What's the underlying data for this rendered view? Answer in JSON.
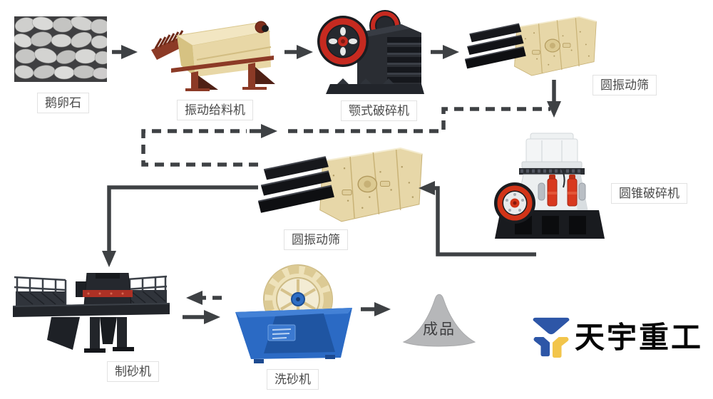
{
  "nodes": [
    {
      "id": "pebbles",
      "label": "鹅卵石"
    },
    {
      "id": "vibrating-feeder",
      "label": "振动给料机"
    },
    {
      "id": "jaw-crusher",
      "label": "颚式破碎机"
    },
    {
      "id": "circular-vibrating-screen-1",
      "label": "圆振动筛"
    },
    {
      "id": "cone-crusher",
      "label": "圆锥破碎机"
    },
    {
      "id": "circular-vibrating-screen-2",
      "label": "圆振动筛"
    },
    {
      "id": "sand-maker",
      "label": "制砂机"
    },
    {
      "id": "sand-washer",
      "label": "洗砂机"
    },
    {
      "id": "finished-product",
      "label": "成品"
    }
  ],
  "connections": [
    {
      "from": "pebbles",
      "to": "vibrating-feeder",
      "style": "solid"
    },
    {
      "from": "vibrating-feeder",
      "to": "jaw-crusher",
      "style": "solid"
    },
    {
      "from": "jaw-crusher",
      "to": "circular-vibrating-screen-1",
      "style": "solid"
    },
    {
      "from": "circular-vibrating-screen-1",
      "to": "cone-crusher",
      "style": "solid"
    },
    {
      "from": "cone-crusher",
      "to": "circular-vibrating-screen-2",
      "style": "solid"
    },
    {
      "from": "circular-vibrating-screen-2",
      "to": "sand-maker",
      "style": "solid"
    },
    {
      "from": "circular-vibrating-screen-2",
      "to": "cone-crusher",
      "style": "dashed-return"
    },
    {
      "from": "sand-maker",
      "to": "sand-washer",
      "style": "solid"
    },
    {
      "from": "sand-washer",
      "to": "sand-maker",
      "style": "dashed-return"
    },
    {
      "from": "sand-washer",
      "to": "finished-product",
      "style": "solid"
    }
  ],
  "logo": {
    "text": "天宇重工",
    "icon": "tianyu-ty-mark",
    "blue": "#2d56a7",
    "yellow": "#f2c54b"
  },
  "colors": {
    "background": "#ffffff",
    "arrow": "#3e4144",
    "label_border": "#e2e2e2",
    "label_text": "#4a4a4a",
    "feeder_body": "#e8d7a6",
    "feeder_legs": "#8c3a26",
    "crusher_dark": "#2a2d33",
    "flywheel_red": "#c62a20",
    "screen_cream": "#e7d7a8",
    "cone_white": "#eceff0",
    "cone_red": "#d8391f",
    "washer_blue": "#2b6ac4",
    "pile_gray": "#b6b7b9"
  }
}
